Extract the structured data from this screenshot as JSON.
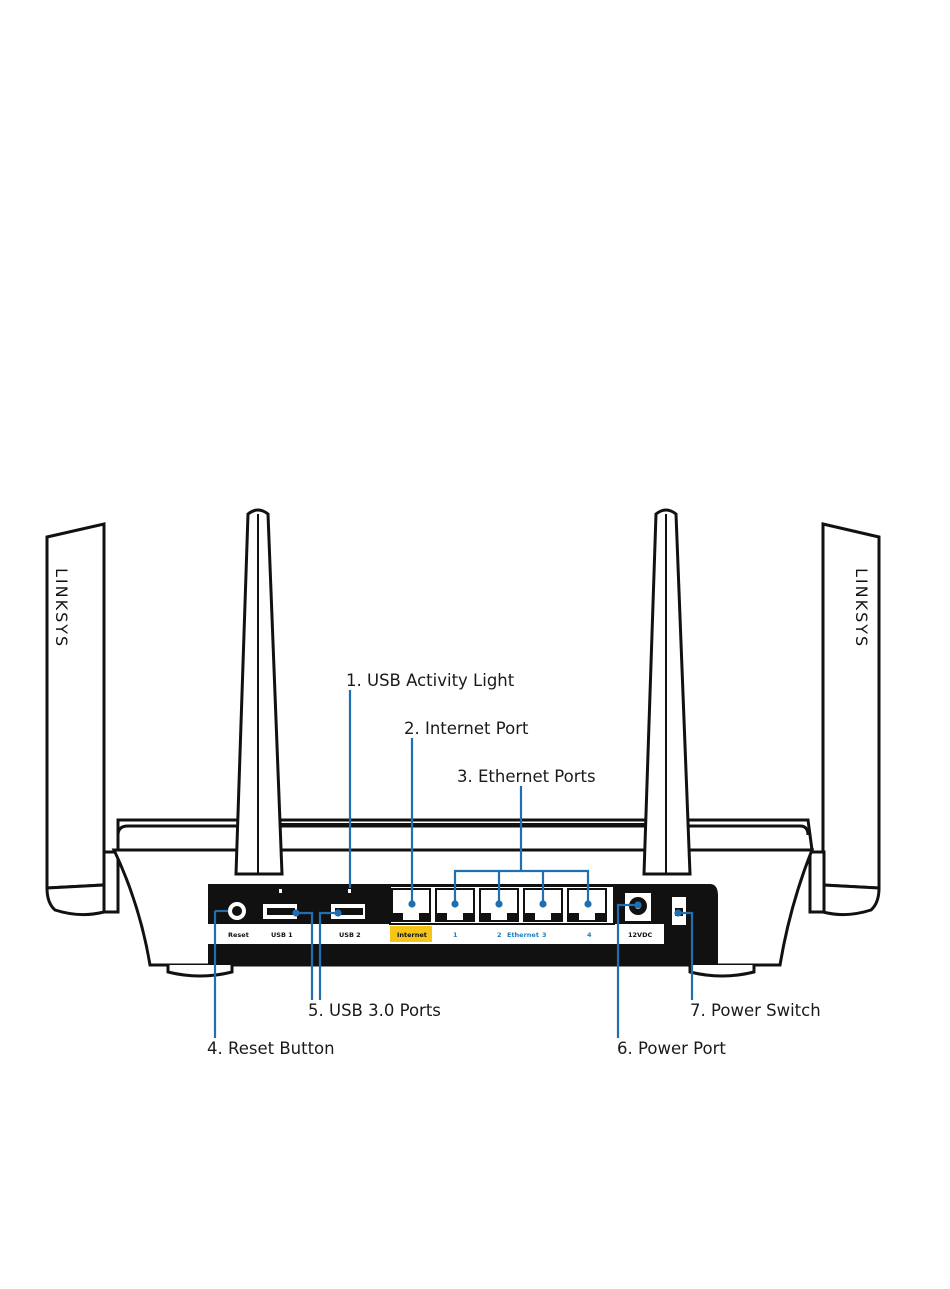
{
  "brand": {
    "left_antenna_logo": "LINKSYS",
    "right_antenna_logo": "LINKSYS"
  },
  "port_labels": {
    "reset": "Reset",
    "usb1": "USB 1",
    "usb2": "USB 2",
    "internet": "Internet",
    "eth1": "1",
    "eth2": "2",
    "ethernet": "Ethernet",
    "eth3": "3",
    "eth4": "4",
    "power": "12VDC"
  },
  "callouts": {
    "usb_activity_light": "1. USB Activity Light",
    "internet_port": "2. Internet Port",
    "ethernet_ports": "3. Ethernet Ports",
    "reset_button": "4. Reset Button",
    "usb_ports": "5. USB 3.0 Ports",
    "power_port": "6. Power Port",
    "power_switch": "7. Power Switch"
  },
  "colors": {
    "callout_line": "#1f6fb2",
    "internet_label_bg": "#f5c518",
    "ethernet_label": "#1f7fc4",
    "outline": "#111111"
  }
}
